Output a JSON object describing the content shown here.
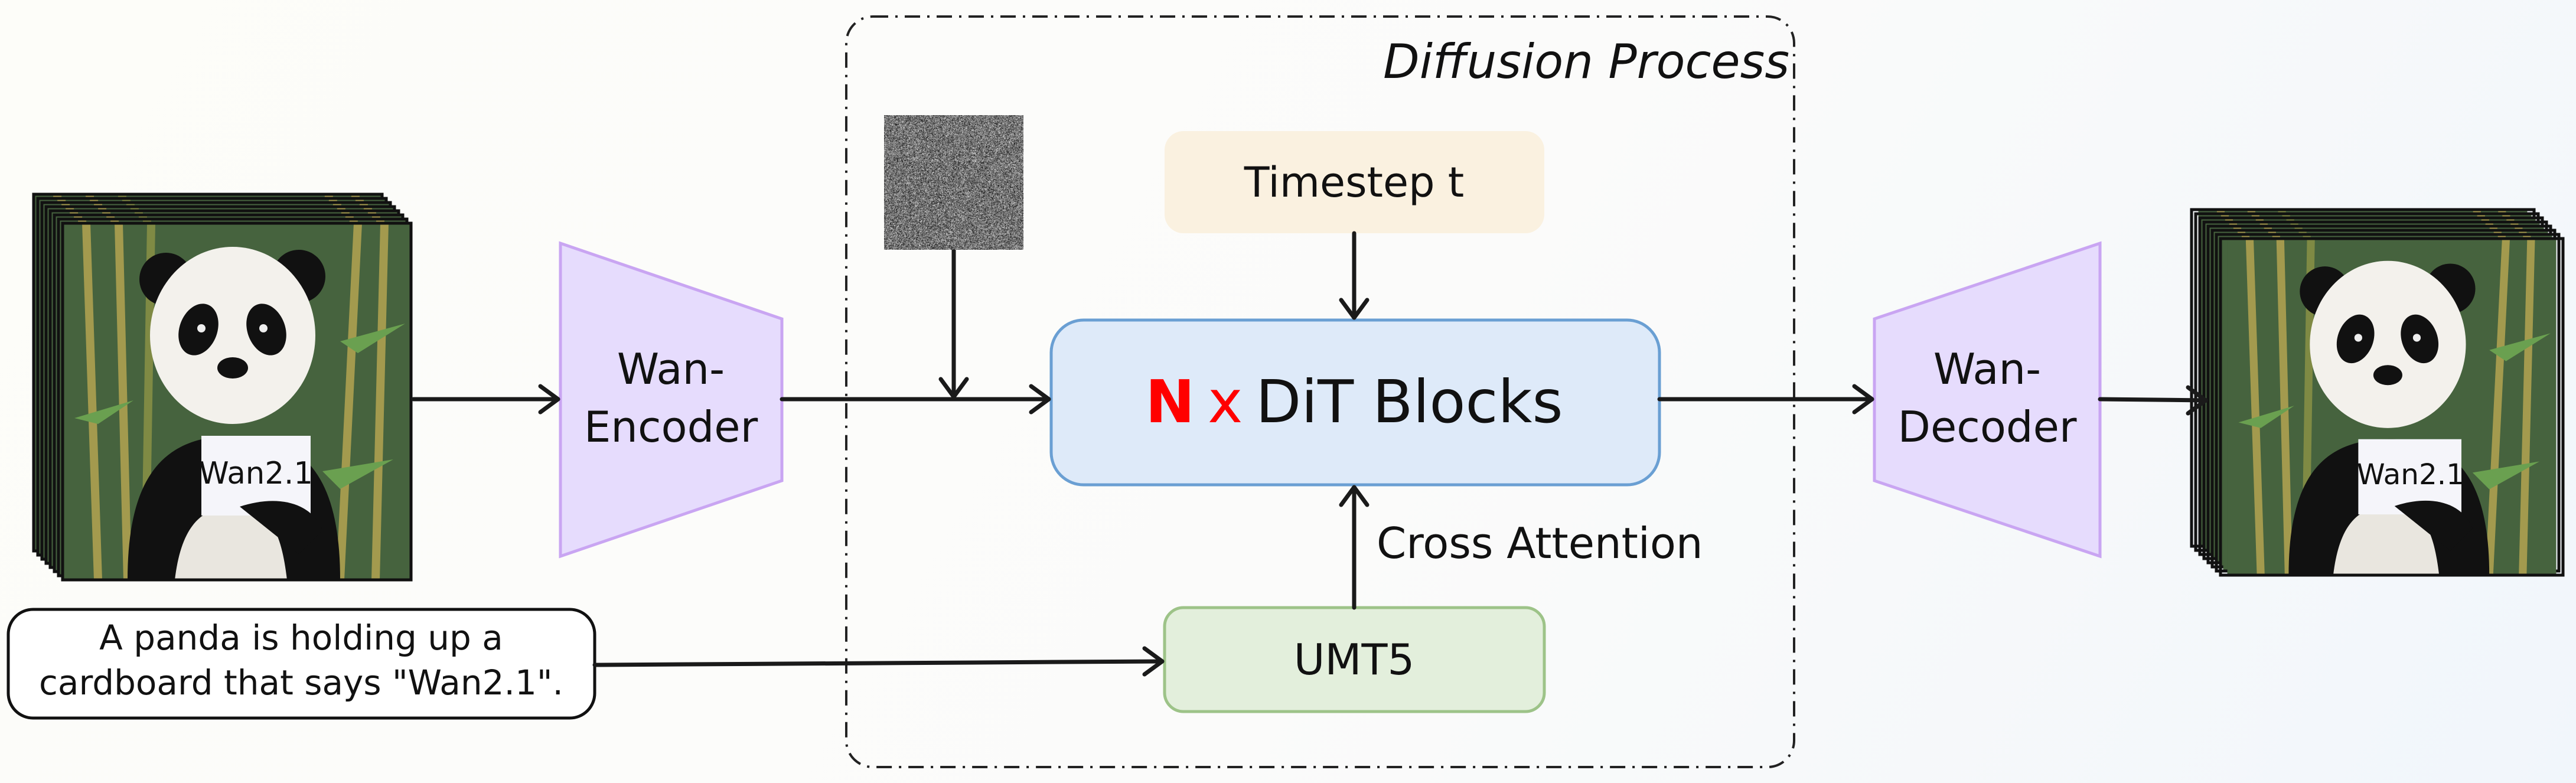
{
  "diffusion_process": {
    "label": "Diffusion Process"
  },
  "timestep": {
    "label": "Timestep t"
  },
  "dit": {
    "n": "N",
    "x": "x",
    "label": "DiT Blocks"
  },
  "cross_attention": {
    "label": "Cross Attention"
  },
  "umt5": {
    "label": "UMT5"
  },
  "encoder": {
    "line1": "Wan-",
    "line2": "Encoder"
  },
  "decoder": {
    "line1": "Wan-",
    "line2": "Decoder"
  },
  "prompt": {
    "line1": "A panda is holding up a",
    "line2": "cardboard that says \"Wan2.1\"."
  },
  "panda_sign": "Wan2.1",
  "colors": {
    "timestep_fill": "#FAF1E0",
    "dit_fill": "#DEEAF9",
    "dit_stroke": "#6A9FD3",
    "umt5_fill": "#E3EFDC",
    "umt5_stroke": "#9DC388",
    "vae_fill": "#E6DCFD",
    "vae_stroke": "#C9A5F2",
    "accent_red": "#FF0000"
  }
}
